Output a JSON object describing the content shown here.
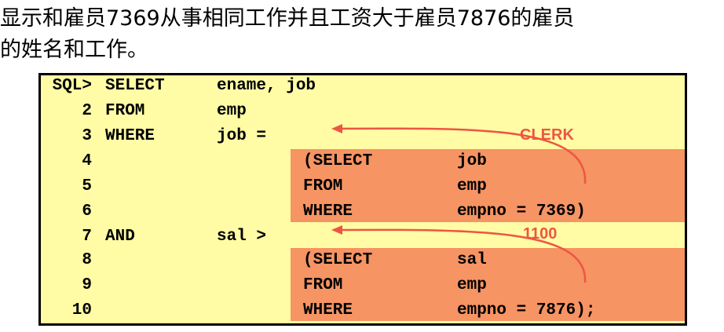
{
  "heading": {
    "line1": "显示和雇员7369从事相同工作并且工资大于雇员7876的雇员",
    "line2": "的姓名和工作。"
  },
  "annotations": {
    "clerk": "CLERK",
    "sal_value": "1100"
  },
  "colors": {
    "box_background": "#fffca5",
    "subquery_background": "#f69463",
    "annotation_color": "#ee5544"
  },
  "code": {
    "lines": [
      {
        "num": "SQL>",
        "kw": "SELECT",
        "expr": "ename, job",
        "sub_kw": "",
        "sub_expr": ""
      },
      {
        "num": "2",
        "kw": "FROM",
        "expr": "emp",
        "sub_kw": "",
        "sub_expr": ""
      },
      {
        "num": "3",
        "kw": "WHERE",
        "expr": "job =",
        "sub_kw": "",
        "sub_expr": ""
      },
      {
        "num": "4",
        "kw": "",
        "expr": "",
        "sub_kw": "(SELECT",
        "sub_expr": "job"
      },
      {
        "num": "5",
        "kw": "",
        "expr": "",
        "sub_kw": "FROM",
        "sub_expr": "emp"
      },
      {
        "num": "6",
        "kw": "",
        "expr": "",
        "sub_kw": "WHERE",
        "sub_expr": "empno = 7369)"
      },
      {
        "num": "7",
        "kw": "AND",
        "expr": "sal >",
        "sub_kw": "",
        "sub_expr": ""
      },
      {
        "num": "8",
        "kw": "",
        "expr": "",
        "sub_kw": "(SELECT",
        "sub_expr": "sal"
      },
      {
        "num": "9",
        "kw": "",
        "expr": "",
        "sub_kw": "FROM",
        "sub_expr": "emp"
      },
      {
        "num": "10",
        "kw": "",
        "expr": "",
        "sub_kw": "WHERE",
        "sub_expr": "empno = 7876);"
      }
    ]
  }
}
